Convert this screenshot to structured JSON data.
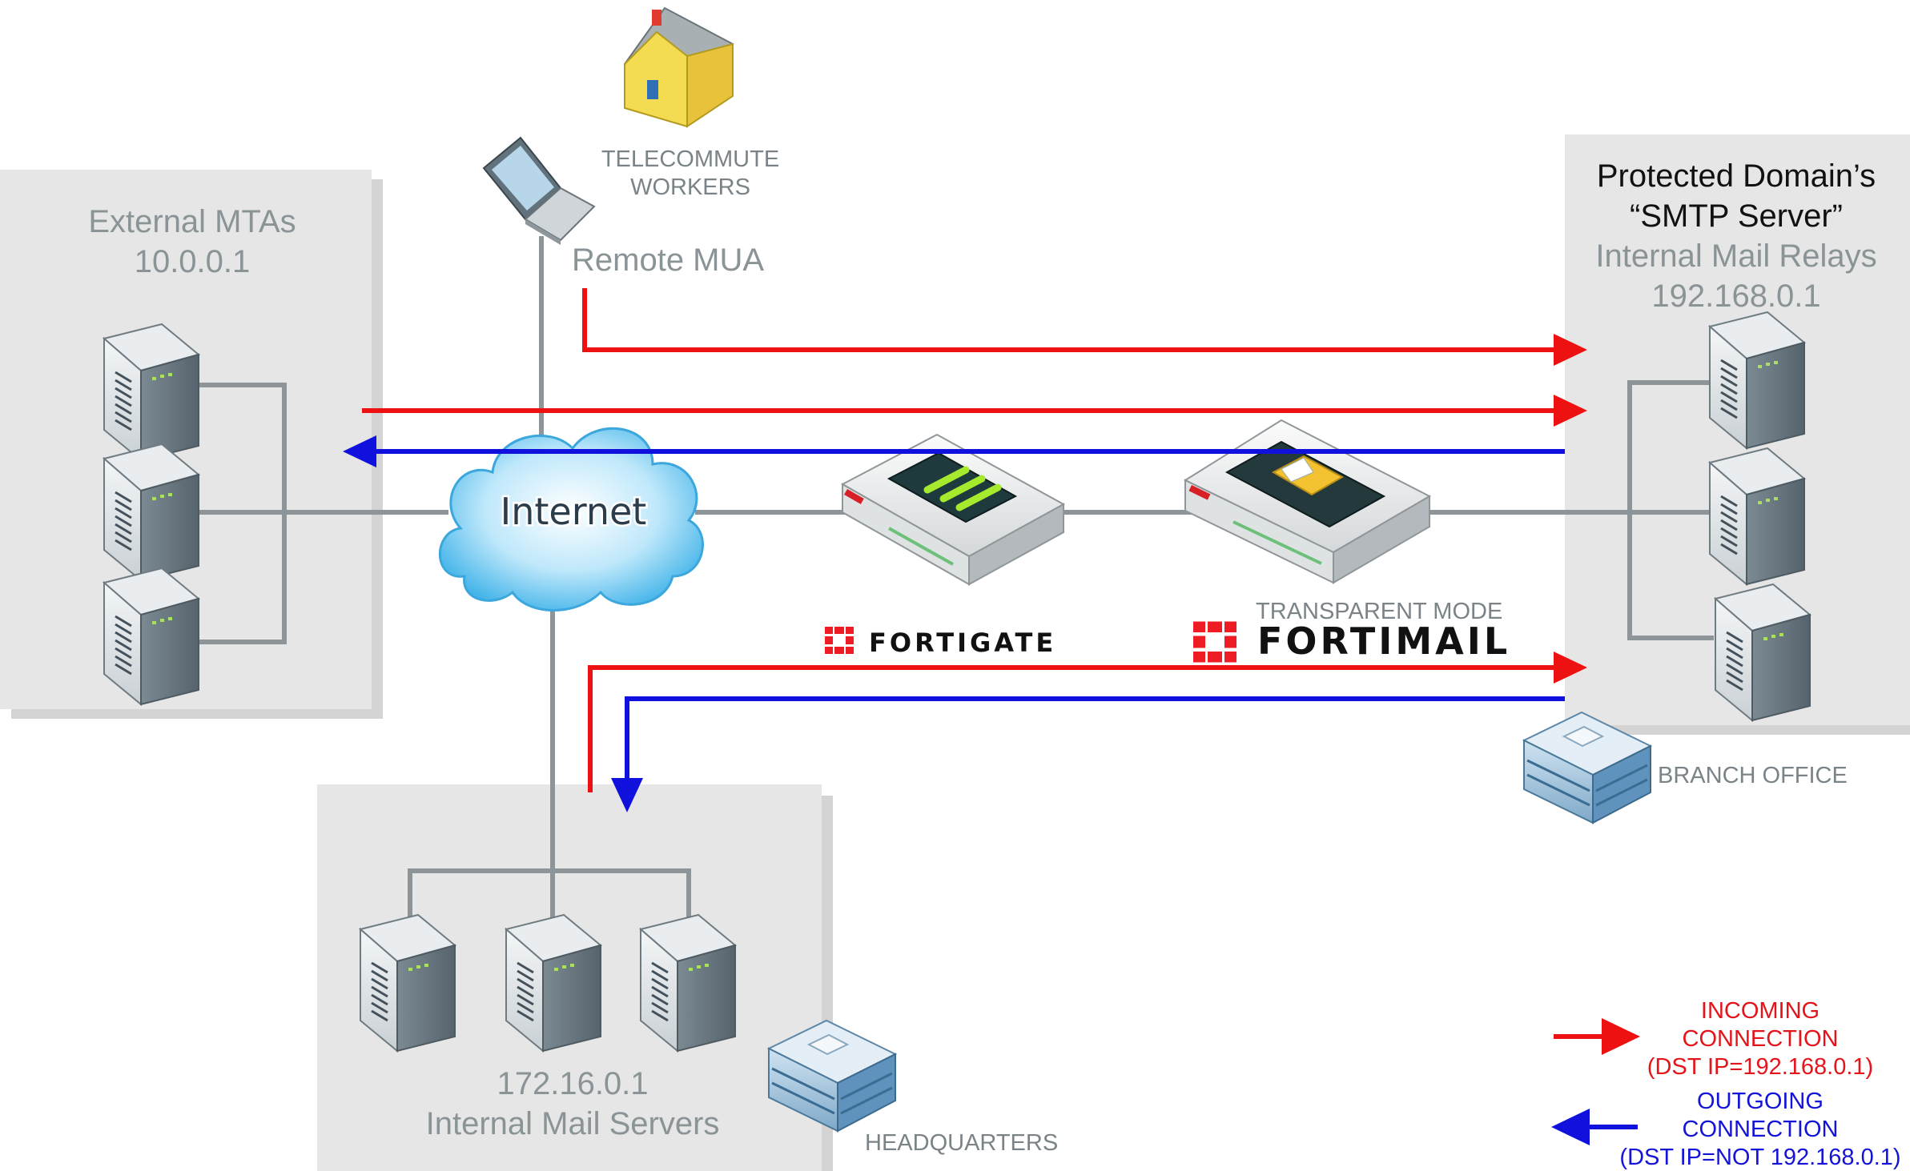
{
  "zones": {
    "external": {
      "title": "External MTAs",
      "ip": "10.0.0.1"
    },
    "branch": {
      "title_line1": "Protected Domain’s",
      "title_line2": "“SMTP Server”",
      "subtitle": "Internal Mail Relays",
      "ip": "192.168.0.1",
      "site_label": "BRANCH OFFICE"
    },
    "hq": {
      "ip": "172.16.0.1",
      "title": "Internal Mail Servers",
      "site_label": "HEADQUARTERS"
    }
  },
  "remote": {
    "site_line1": "TELECOMMUTE",
    "site_line2": "WORKERS",
    "label": "Remote MUA"
  },
  "cloud": {
    "label": "Internet"
  },
  "devices": {
    "fortigate": {
      "brand": "FORTIGATE"
    },
    "fortimail": {
      "mode": "TRANSPARENT MODE",
      "brand": "FORTIMAIL"
    }
  },
  "legend": {
    "incoming": {
      "line1": "INCOMING",
      "line2": "CONNECTION",
      "line3": "(DST IP=192.168.0.1)"
    },
    "outgoing": {
      "line1": "OUTGOING",
      "line2": "CONNECTION",
      "line3": "(DST IP=NOT 192.168.0.1)"
    }
  },
  "colors": {
    "incoming": "#ee1111",
    "outgoing": "#1111dd",
    "link": "#8e9598",
    "zone": "#e6e6e6"
  },
  "icons": [
    "server-icon",
    "laptop-icon",
    "house-icon",
    "cloud-icon",
    "office-building-icon",
    "firewall-appliance-icon",
    "mail-appliance-icon",
    "fortinet-logo-icon"
  ]
}
